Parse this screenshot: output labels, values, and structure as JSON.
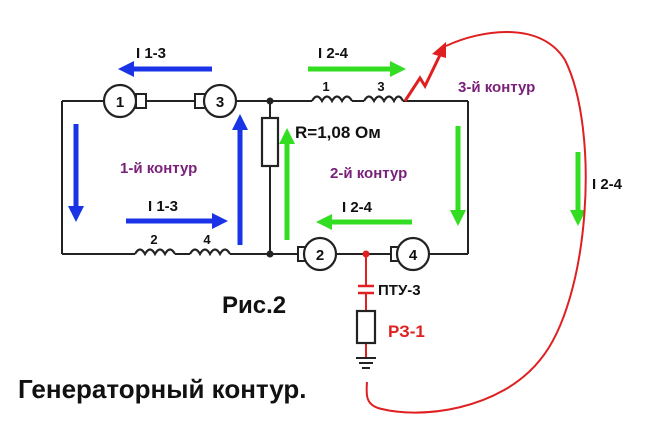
{
  "figure_label": "Рис.2",
  "caption": "Генераторный контур.",
  "resistor_label": "R=1,08 Ом",
  "loops": {
    "loop1": "1-й контур",
    "loop2": "2-й контур",
    "loop3": "3-й контур"
  },
  "currents": {
    "top_left": "I 1-3",
    "bottom_left": "I 1-3",
    "top_right": "I 2-4",
    "middle_right": "I 2-4",
    "far_right": "I 2-4"
  },
  "machines": {
    "m1": "1",
    "m3": "3",
    "m2": "2",
    "m4": "4"
  },
  "coils": {
    "top_1": "1",
    "top_3": "3",
    "bottom_2": "2",
    "bottom_4": "4"
  },
  "contact_label": "ПТУ-3",
  "relay_label": "РЗ-1",
  "colors": {
    "current_loop1": "#1a33e6",
    "current_loop2": "#33dd22",
    "fault": "#e02020",
    "loop_text": "#7a1f7a"
  }
}
